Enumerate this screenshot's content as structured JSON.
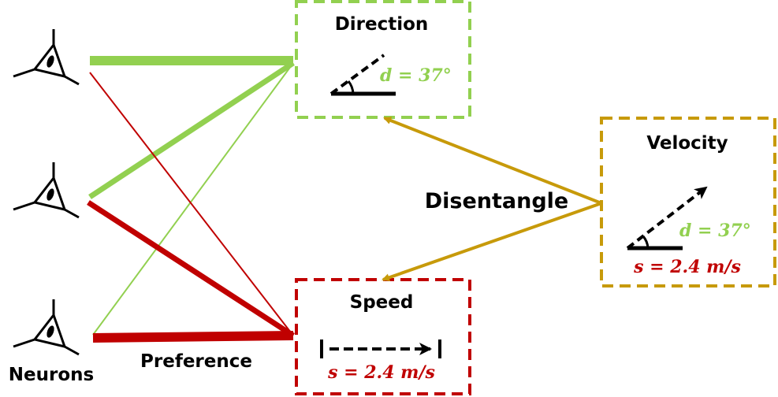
{
  "labels": {
    "neurons": "Neurons",
    "preference": "Preference",
    "disentangle": "Disentangle"
  },
  "boxes": {
    "direction": {
      "title": "Direction",
      "formula": "d = 37°"
    },
    "speed": {
      "title": "Speed",
      "formula": "s = 2.4 m/s"
    },
    "velocity": {
      "title": "Velocity",
      "direction_formula": "d = 37°",
      "speed_formula": "s = 2.4 m/s"
    }
  },
  "colors": {
    "direction": "#92d050",
    "speed": "#c00000",
    "velocity": "#c79a0a",
    "ink": "#000000"
  },
  "icons": [
    "neuron-icon",
    "angle-icon",
    "arrow-icon"
  ]
}
